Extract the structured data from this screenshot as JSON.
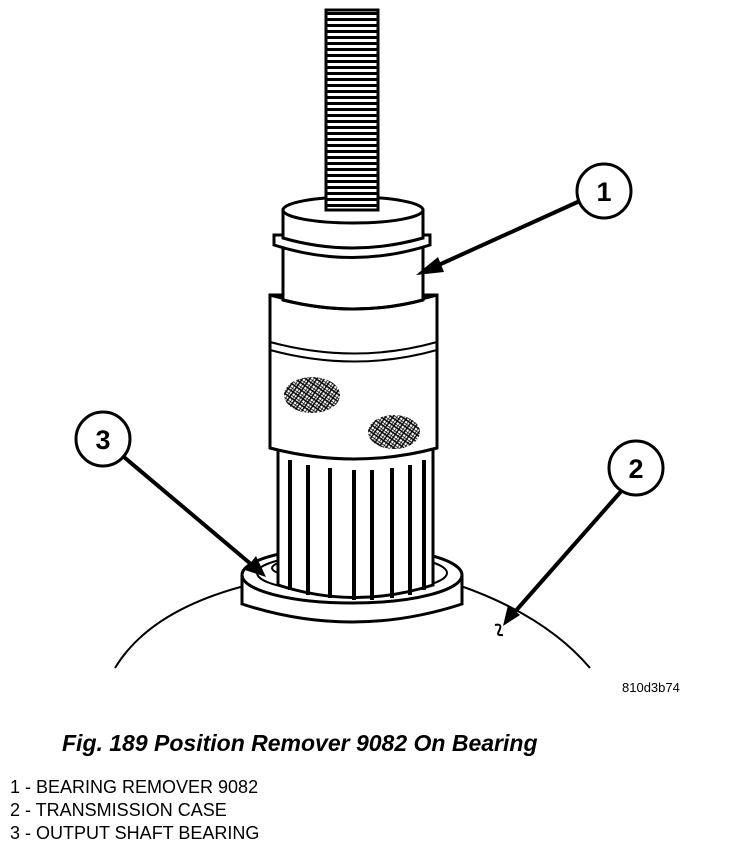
{
  "figure": {
    "callouts": [
      "1",
      "2",
      "3"
    ],
    "ref_code": "810d3b74"
  },
  "caption": "Fig. 189 Position Remover 9082 On Bearing",
  "legend": [
    "1 - BEARING REMOVER 9082",
    "2 - TRANSMISSION CASE",
    "3 - OUTPUT SHAFT BEARING"
  ]
}
